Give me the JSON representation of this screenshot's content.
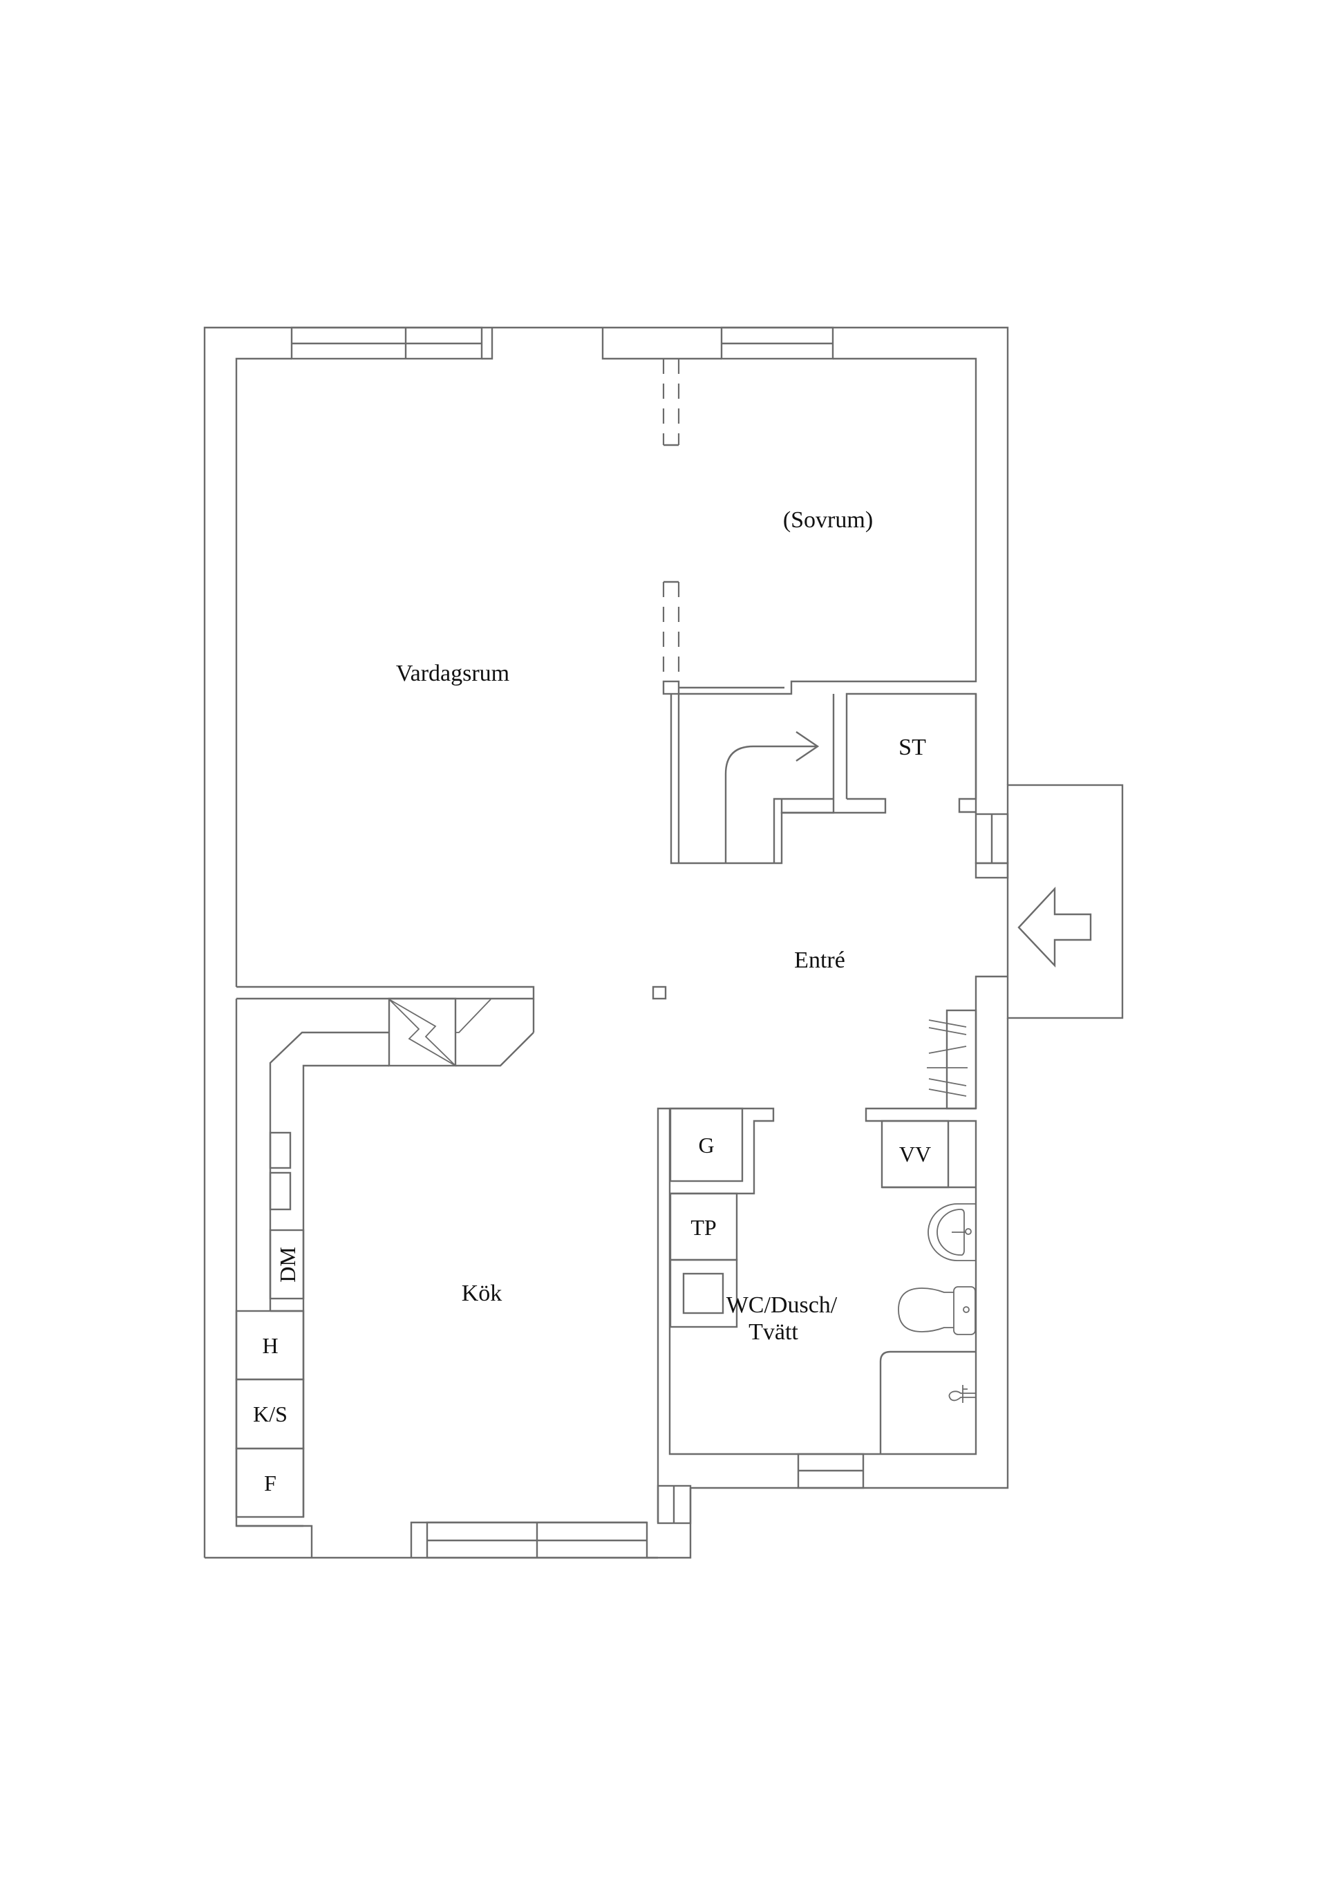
{
  "floorplan": {
    "colors": {
      "line": "#6b6b6b",
      "text": "#111111",
      "background": "#ffffff"
    },
    "rooms": {
      "vardagsrum": "Vardagsrum",
      "sovrum": "(Sovrum)",
      "st": "ST",
      "entre": "Entré",
      "kok": "Kök",
      "bath_line1": "WC/Dusch/",
      "bath_line2": "Tvätt"
    },
    "fixtures": {
      "g": "G",
      "tp": "TP",
      "vv": "VV",
      "dm": "DM",
      "h": "H",
      "ks": "K/S",
      "f": "F"
    },
    "icons": {
      "entrance": "entrance-arrow-icon",
      "staircase": "staircase-arrow-icon",
      "stove": "stove-lightning-icon",
      "sink": "sink-icon",
      "toilet": "toilet-icon",
      "shower": "shower-icon"
    }
  }
}
